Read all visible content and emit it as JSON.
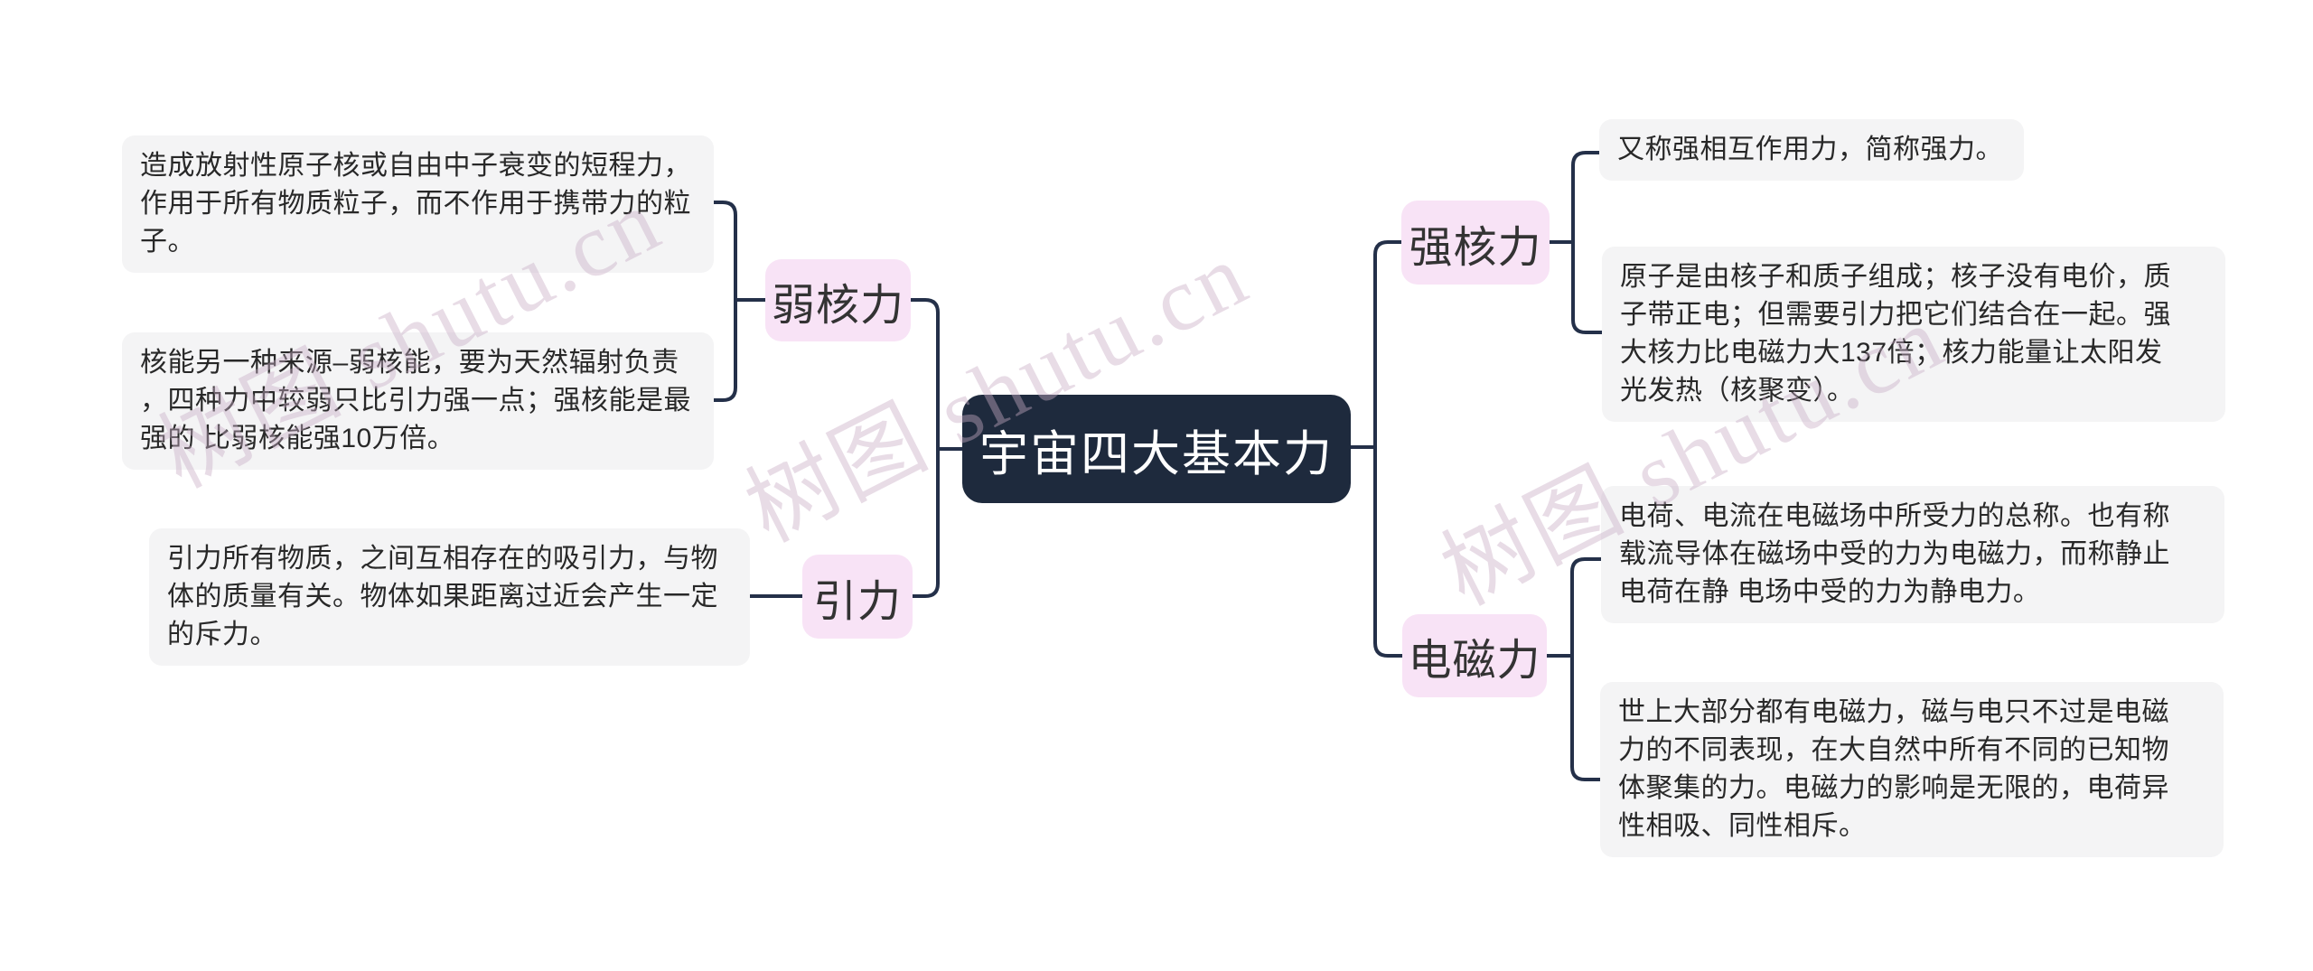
{
  "diagram": {
    "root": {
      "label": "宇宙四大基本力"
    },
    "branches": [
      {
        "label": "弱核力",
        "side": "left",
        "notes": [
          "造成放射性原子核或自由中子衰变的短程力，\n作用于所有物质粒子，而不作用于携带力的粒\n子。",
          "核能另一种来源–弱核能，要为天然辐射负责\n，四种力中较弱只比引力强一点；强核能是最\n强的 比弱核能强10万倍。"
        ]
      },
      {
        "label": "引力",
        "side": "left",
        "notes": [
          "引力所有物质，之间互相存在的吸引力，与物\n体的质量有关。物体如果距离过近会产生一定\n的斥力。"
        ]
      },
      {
        "label": "强核力",
        "side": "right",
        "notes": [
          "又称强相互作用力，简称强力。",
          "原子是由核子和质子组成；核子没有电价，质\n子带正电；但需要引力把它们结合在一起。强\n大核力比电磁力大137倍；核力能量让太阳发\n光发热（核聚变）。"
        ]
      },
      {
        "label": "电磁力",
        "side": "right",
        "notes": [
          "电荷、电流在电磁场中所受力的总称。也有称\n载流导体在磁场中受的力为电磁力，而称静止\n电荷在静 电场中受的力为静电力。",
          "世上大部分都有电磁力，磁与电只不过是电磁\n力的不同表现，在大自然中所有不同的已知物\n体聚集的力。电磁力的影响是无限的，电荷异\n性相吸、同性相斥。"
        ]
      }
    ]
  },
  "watermark": {
    "text": "树图 shutu.cn"
  },
  "colors": {
    "canvas": "#ffffff",
    "root_bg": "#1e2a3d",
    "root_text": "#ffffff",
    "branch_bg": "#f8e3f6",
    "branch_text": "#333333",
    "note_bg": "#f4f4f5",
    "note_text": "#282828",
    "connector": "#243049",
    "watermark": "#c9aec6"
  }
}
